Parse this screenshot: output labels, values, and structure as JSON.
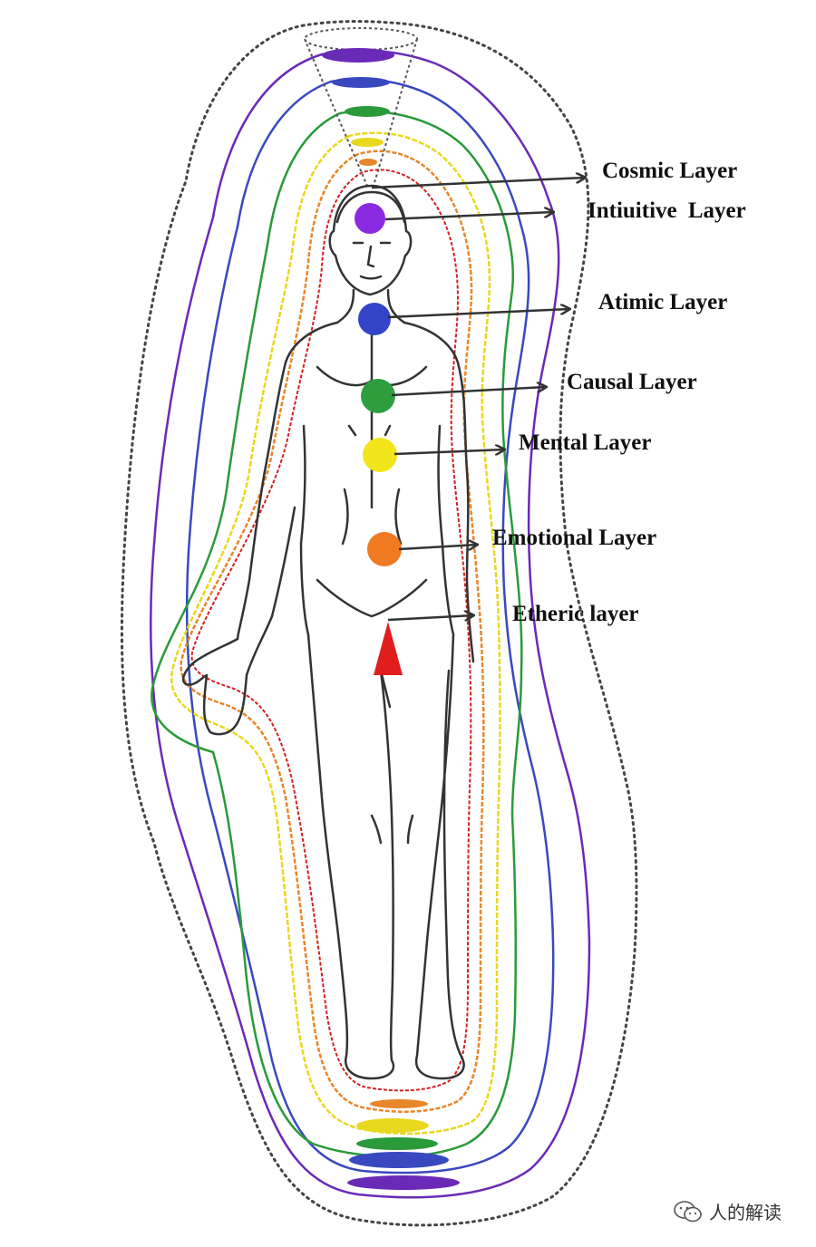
{
  "layers": [
    {
      "id": "cosmic",
      "label": "Cosmic Layer",
      "color": "#7b2fd0"
    },
    {
      "id": "intuitive",
      "label": "Intiuitive  Layer",
      "color": "#3b3fc4"
    },
    {
      "id": "atimic",
      "label": "Atimic Layer",
      "color": "#2a9a3a"
    },
    {
      "id": "causal",
      "label": "Causal Layer",
      "color": "#2a9a3a"
    },
    {
      "id": "mental",
      "label": "Mental Layer",
      "color": "#f0e020"
    },
    {
      "id": "emotional",
      "label": "Emotional Layer",
      "color": "#f08a20"
    },
    {
      "id": "etheric",
      "label": "Etheric layer",
      "color": "#e0201c"
    }
  ],
  "chakra_colors": {
    "crown": "#8a2be2",
    "throat": "#3344c8",
    "heart": "#2e9e3e",
    "solar": "#f2e51c",
    "sacral": "#f07a22",
    "root": "#e01e1e"
  },
  "aura_colors": {
    "outer_dotted": "#444444",
    "violet": "#6a2ab8",
    "blue": "#3a48c0",
    "green": "#2a9a3a",
    "yellow": "#e8d81e",
    "orange": "#e8862a",
    "red": "#d42020"
  },
  "watermark": {
    "text": "人的解读",
    "icon": "wechat-icon"
  }
}
